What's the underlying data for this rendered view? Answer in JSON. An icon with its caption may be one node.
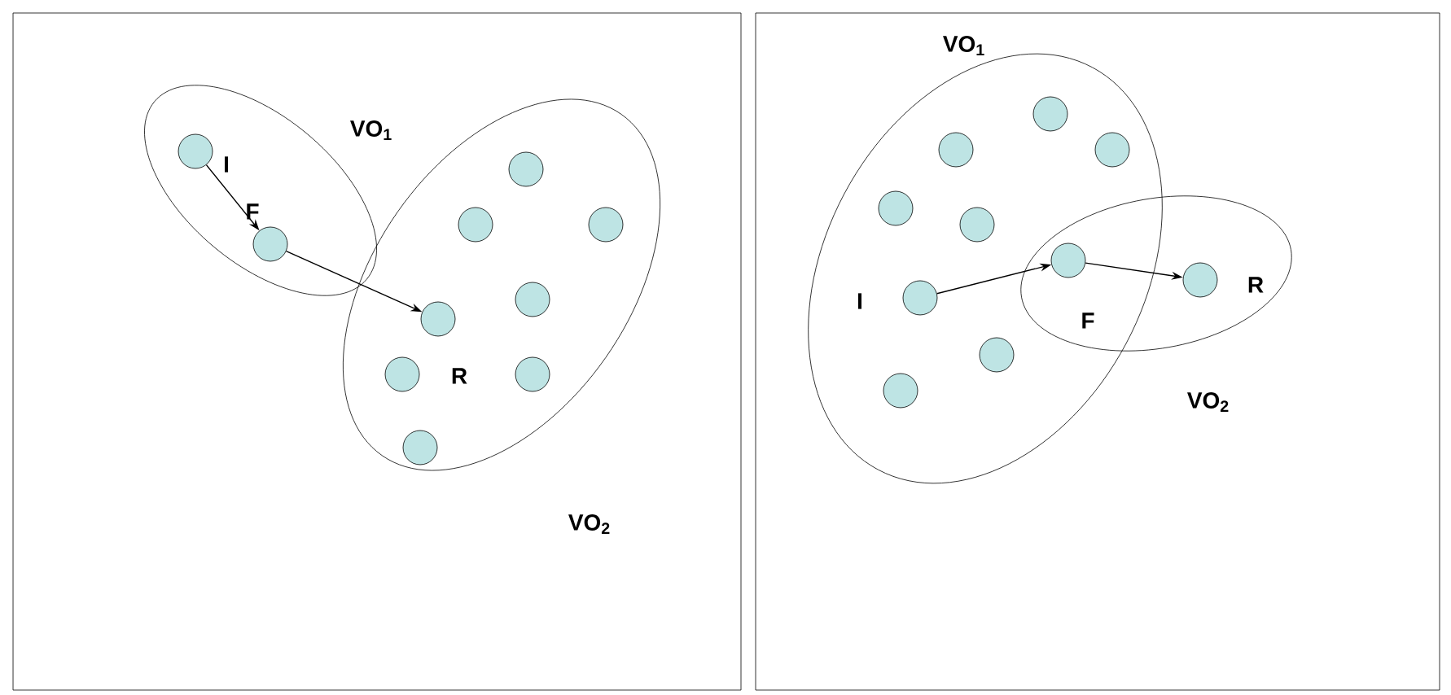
{
  "diagram": {
    "nodes": [
      {
        "text": [],
        "shape": "box"
      },
      {
        "text": [
          "VO$_{1}$"
        ],
        "in": 0
      },
      {
        "text": [],
        "shape": "circle",
        "in": 1,
        "beside": [
          "I"
        ]
      },
      {
        "text": [],
        "shape": "circle",
        "in": 1,
        "beside": [
          "F"
        ]
      },
      {
        "text": [
          "VO$_{2}$"
        ],
        "in": 0
      },
      {
        "text": [],
        "shape": "circle",
        "in": 4
      },
      {
        "text": [],
        "shape": "circle",
        "in": 4
      },
      {
        "text": [],
        "shape": "circle",
        "in": 4
      },
      {
        "text": [],
        "shape": "circle",
        "in": 4
      },
      {
        "text": [],
        "shape": "circle",
        "in": 4,
        "beside": [
          "R"
        ]
      },
      {
        "text": [],
        "shape": "circle",
        "in": 4
      },
      {
        "text": [],
        "shape": "circle",
        "in": 4
      },
      {
        "text": [],
        "shape": "circle",
        "in": 4
      },
      {
        "text": [],
        "shape": "box"
      },
      {
        "text": [
          "VO$_{1}$"
        ],
        "in": 13
      },
      {
        "text": [
          "VO$_{2}$"
        ],
        "in": 13
      },
      {
        "text": [],
        "shape": "circle",
        "in": 14
      },
      {
        "text": [],
        "shape": "circle",
        "in": 14
      },
      {
        "text": [],
        "shape": "circle",
        "in": 14
      },
      {
        "text": [],
        "shape": "circle",
        "in": 14
      },
      {
        "text": [],
        "shape": "circle",
        "in": 14
      },
      {
        "text": [],
        "shape": "circle",
        "beside": [
          "F"
        ]
      },
      {
        "text": [],
        "shape": "circle",
        "in": 14,
        "beside": [
          "I"
        ]
      },
      {
        "text": [],
        "shape": "circle",
        "in": 14
      },
      {
        "text": [],
        "shape": "circle",
        "in": 14
      },
      {
        "text": [],
        "shape": "circle",
        "in": 15,
        "beside": [
          "R"
        ]
      }
    ],
    "edges": [
      {
        "from": 2,
        "to": 3,
        "arrow": "to"
      },
      {
        "from": 3,
        "to": 9,
        "arrow": "to"
      },
      {
        "from": 22,
        "to": 21,
        "arrow": "to"
      },
      {
        "from": 21,
        "to": 25,
        "arrow": "to"
      }
    ]
  }
}
